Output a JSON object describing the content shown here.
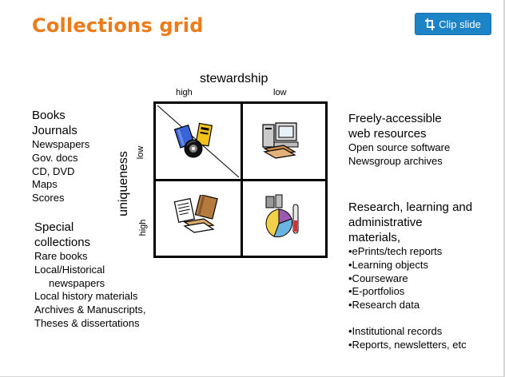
{
  "slide": {
    "title": "Collections grid",
    "clip_button_label": "Clip slide",
    "accent_color": "#ee7b1a",
    "button_color": "#1c84c6"
  },
  "grid": {
    "top_axis": "stewardship",
    "columns": [
      "high",
      "low"
    ],
    "left_axis": "uniqueness",
    "rows": [
      "low",
      "high"
    ],
    "icons": [
      "books-cd-icon",
      "computer-books-icon",
      "documents-books-icon",
      "pie-chart-test-tube-icon"
    ]
  },
  "left_top": {
    "big_items": [
      "Books",
      "Journals"
    ],
    "items": [
      "Newspapers",
      "Gov. docs",
      "CD, DVD",
      "Maps",
      "Scores"
    ]
  },
  "left_bottom": {
    "big_items": [
      "Special",
      "collections"
    ],
    "items": [
      "Rare books",
      "Local/Historical",
      "     newspapers",
      "Local history materials",
      "Archives & Manuscripts,",
      "Theses & dissertations"
    ]
  },
  "right_top": {
    "big_items": [
      "Freely-accessible",
      "web resources"
    ],
    "items": [
      "Open source software",
      "Newsgroup archives"
    ]
  },
  "right_bottom": {
    "big_items": [
      "Research, learning and",
      "administrative",
      "materials,"
    ],
    "items": [
      "•ePrints/tech reports",
      "•Learning objects",
      "•Courseware",
      "•E-portfolios",
      "•Research data"
    ],
    "items2": [
      "•Institutional records",
      "•Reports, newsletters, etc"
    ]
  }
}
